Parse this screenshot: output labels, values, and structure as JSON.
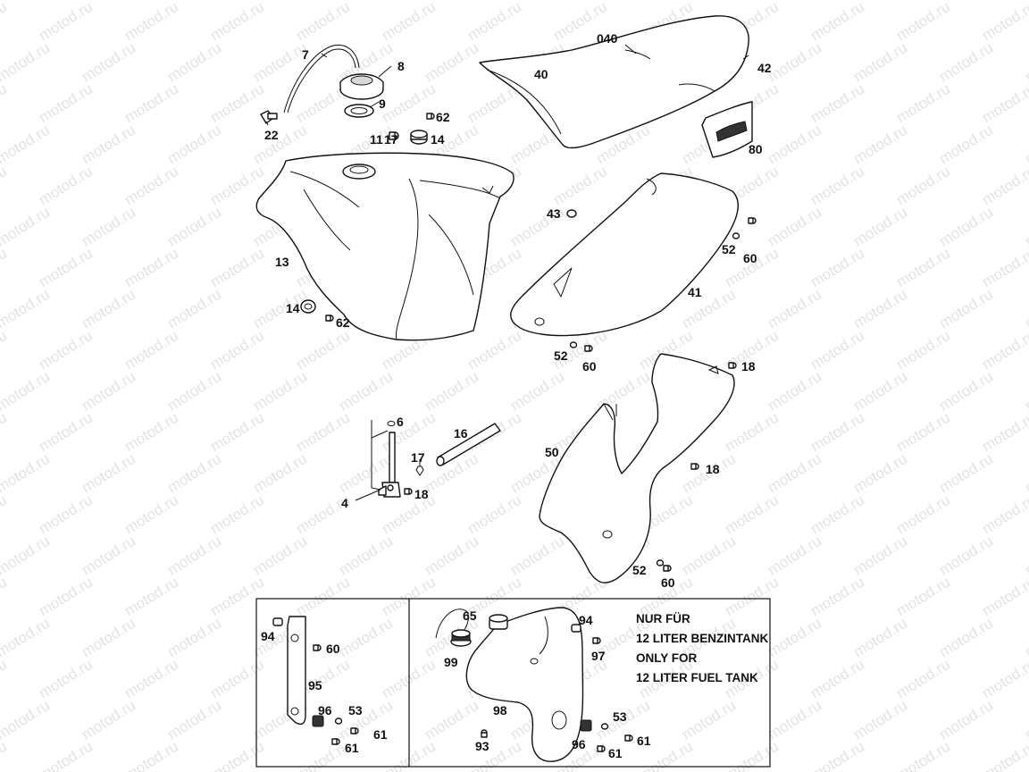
{
  "watermark": {
    "text": "motod.ru"
  },
  "callouts": {
    "c040": "040",
    "c40": "40",
    "c42": "42",
    "c80": "80",
    "c7": "7",
    "c8": "8",
    "c9": "9",
    "c22": "22",
    "c62a": "62",
    "c11": "11",
    "c17a": "17",
    "c14a": "14",
    "c13": "13",
    "c14b": "14",
    "c62b": "62",
    "c43": "43",
    "c52a": "52",
    "c60a": "60",
    "c41": "41",
    "c52b": "52",
    "c60b": "60",
    "c18a": "18",
    "c6": "6",
    "c16": "16",
    "c17b": "17",
    "c18b": "18",
    "c4": "4",
    "c50": "50",
    "c18c": "18",
    "c52c": "52",
    "c60c": "60",
    "c94a": "94",
    "c60d": "60",
    "c95": "95",
    "c96a": "96",
    "c53a": "53",
    "c61a": "61",
    "c61b": "61",
    "c65": "65",
    "c99": "99",
    "c94b": "94",
    "c97": "97",
    "c98": "98",
    "c53b": "53",
    "c93": "93",
    "c96b": "96",
    "c61c": "61",
    "c61d": "61"
  },
  "note": {
    "line1": "NUR FÜR",
    "line2": "12 LITER BENZINTANK",
    "line3": "ONLY FOR",
    "line4": "12 LITER FUEL TANK"
  }
}
